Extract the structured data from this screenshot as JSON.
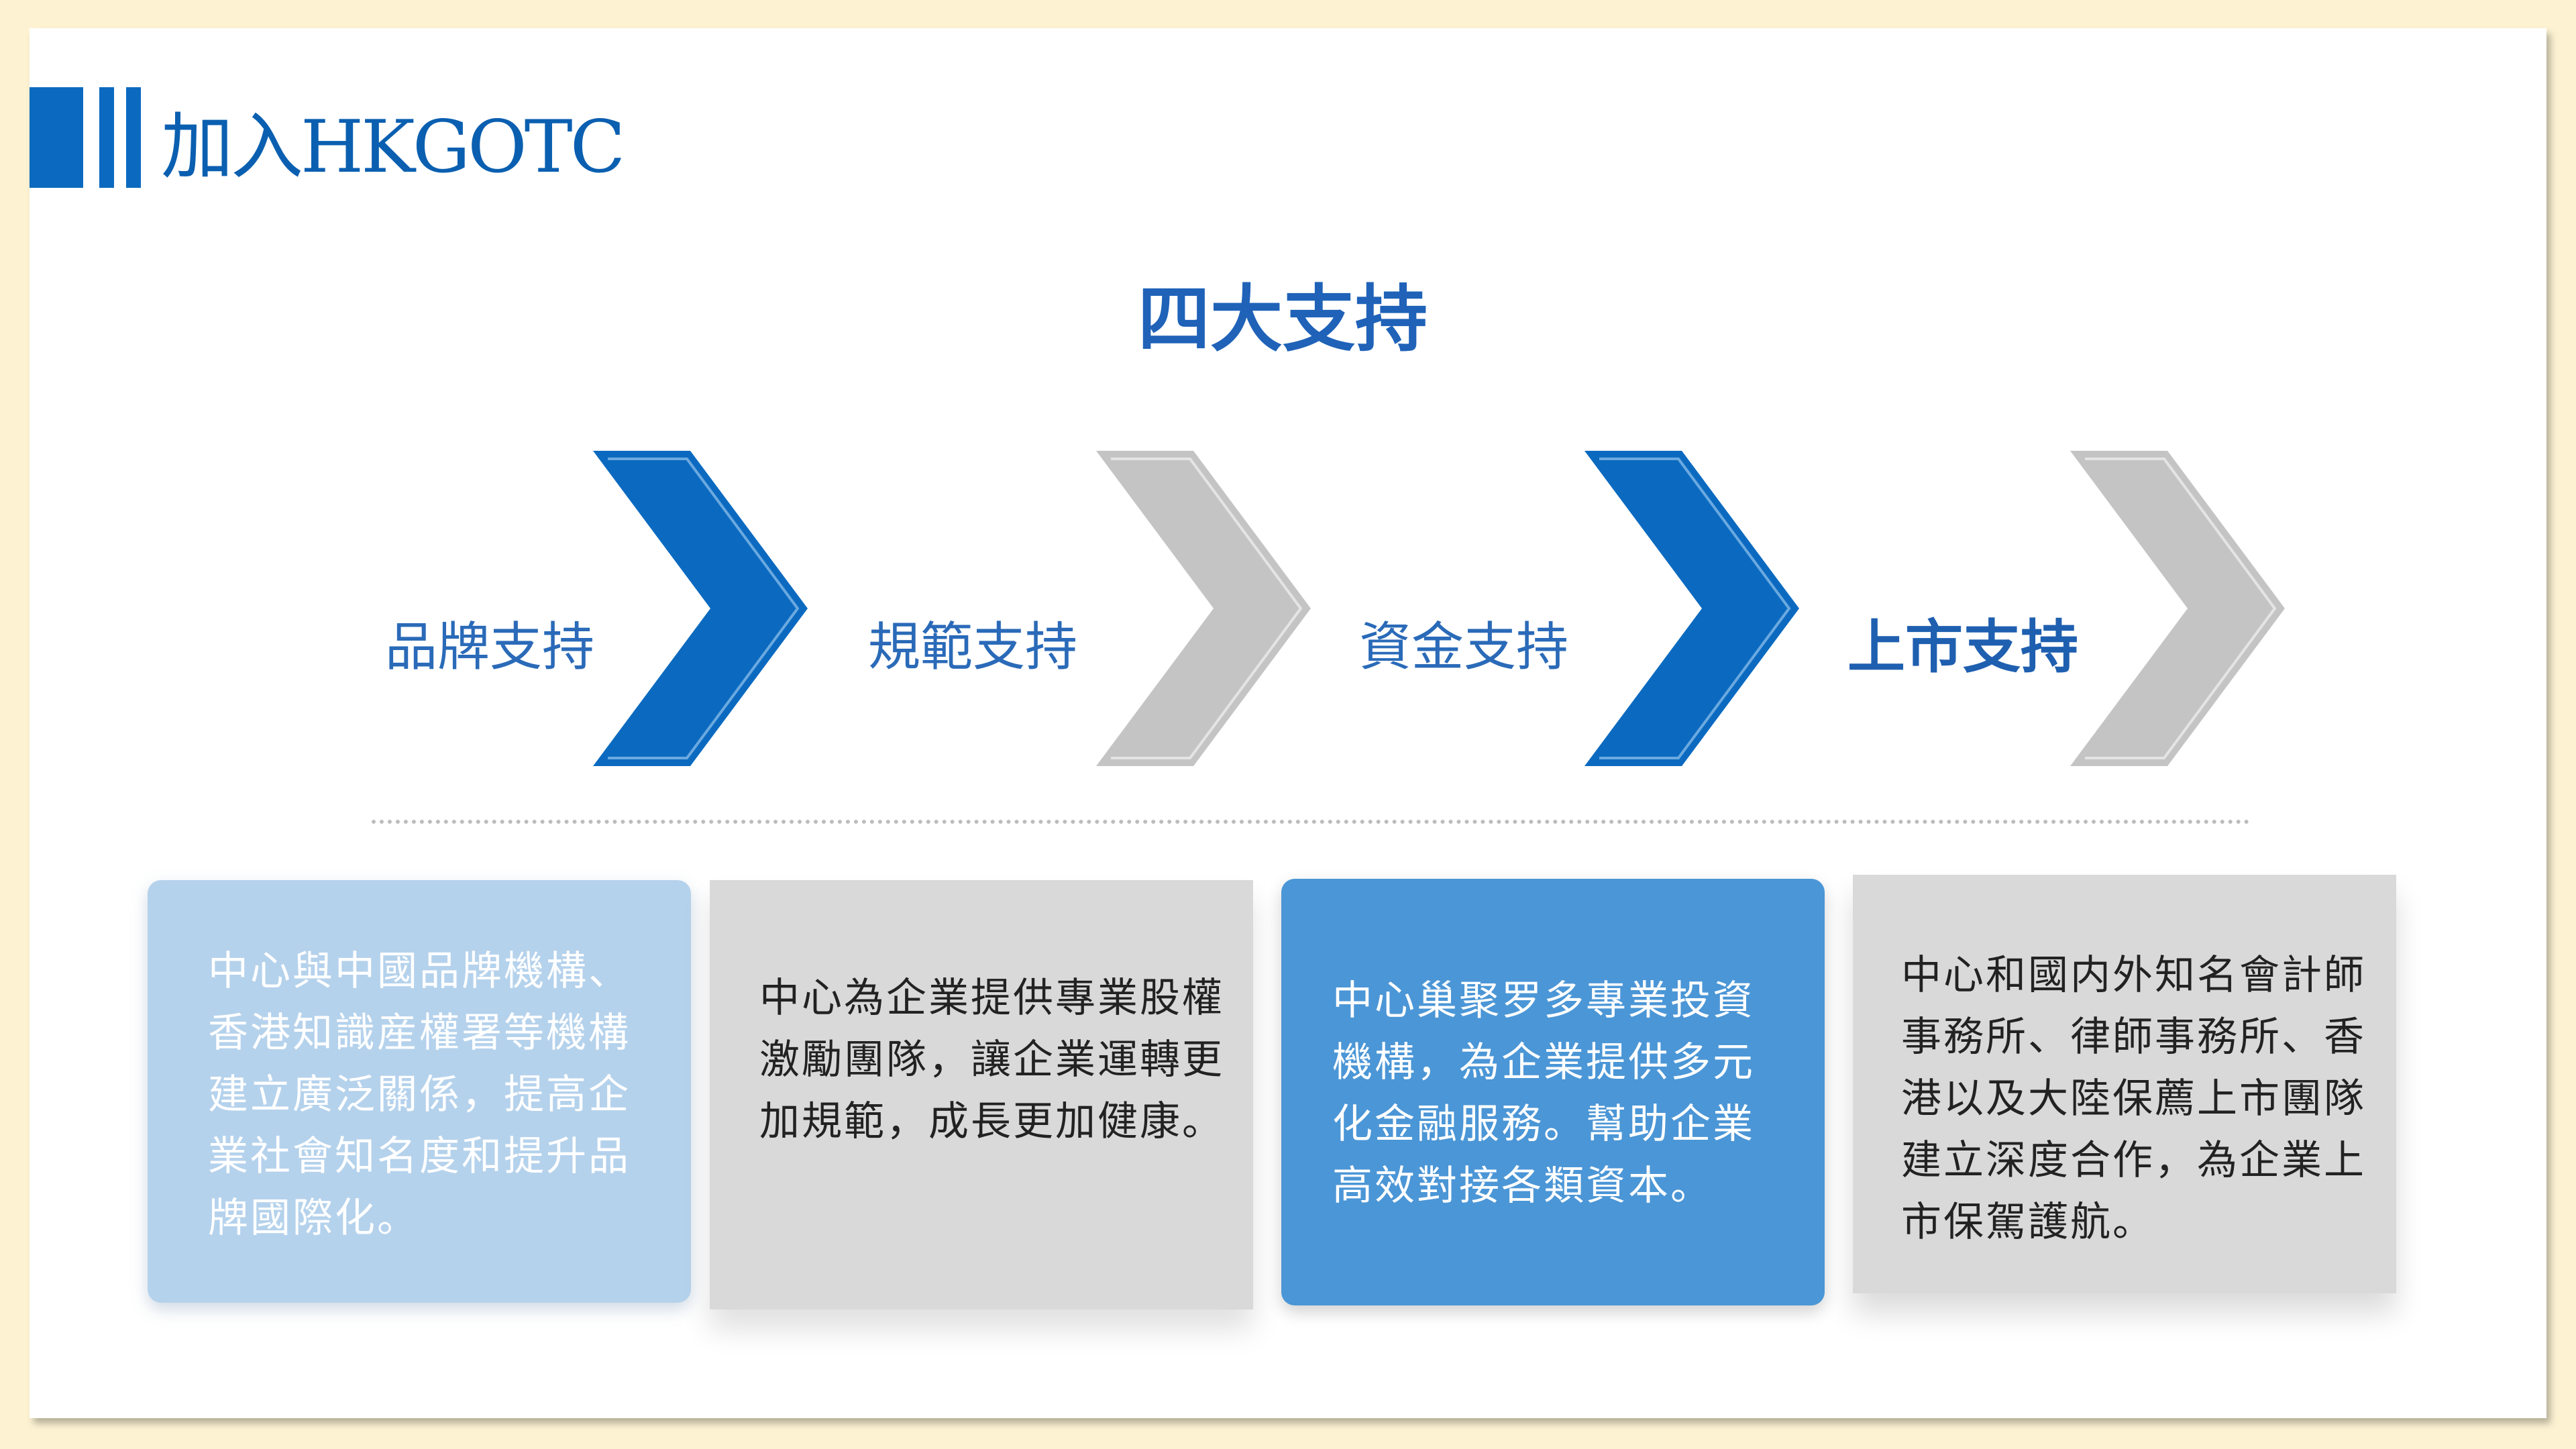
{
  "header": {
    "title": "加入HKGOTC"
  },
  "section": {
    "title": "四大支持"
  },
  "steps": [
    {
      "label": "品牌支持",
      "color": "#0b6ac0"
    },
    {
      "label": "規範支持",
      "color": "#c4c4c4"
    },
    {
      "label": "資金支持",
      "color": "#0b6ac0"
    },
    {
      "label": "上市支持",
      "color": "#c4c4c4"
    }
  ],
  "cards": [
    {
      "text": "中心與中國品牌機構、香港知識産權署等機構建立廣泛關係，提高企業社會知名度和提升品牌國際化。"
    },
    {
      "text": "中心為企業提供專業股權激勵團隊，讓企業運轉更加規範，成長更加健康。"
    },
    {
      "text": "中心巢聚罗多專業投資機構，為企業提供多元化金融服務。幫助企業高效對接各類資本。"
    },
    {
      "text": "中心和國内外知名會計師事務所、律師事務所、香港以及大陸保薦上市團隊建立深度合作，為企業上市保駕護航。"
    }
  ],
  "colors": {
    "accent": "#0b6ac0",
    "grey": "#c4c4c4",
    "background": "#fdf3d3"
  }
}
